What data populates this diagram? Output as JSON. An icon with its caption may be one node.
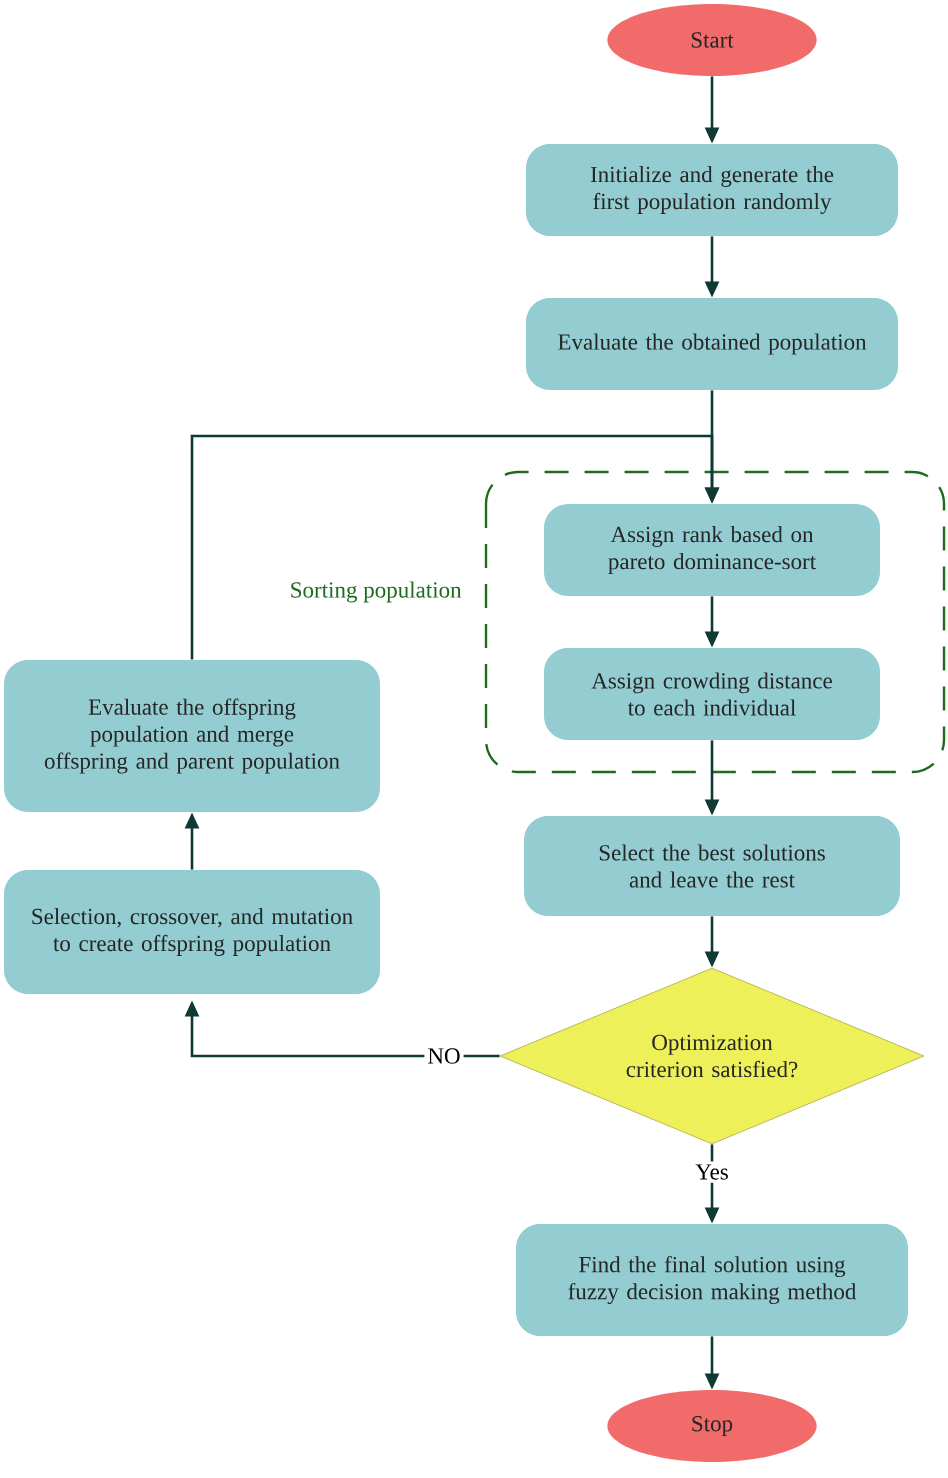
{
  "diagram": {
    "nodes": [
      {
        "text": [
          "Start"
        ]
      },
      {
        "text": [
          "Initialize and generate the first population randomly"
        ]
      },
      {
        "text": [
          "Evaluate the obtained population"
        ]
      },
      {
        "text": [
          "Sorting population"
        ]
      },
      {
        "text": [
          "Assign rank based on pareto dominance-sort"
        ],
        "in": 3
      },
      {
        "text": [
          "Assign crowding distance to each individual"
        ],
        "in": 3
      },
      {
        "text": [
          "Select the best solutions and leave the rest"
        ]
      },
      {
        "text": [
          "Optimization criterion satisfied?"
        ]
      },
      {
        "text": [
          "Find the final solution using fuzzy decision making method"
        ]
      },
      {
        "text": [
          "Stop"
        ]
      },
      {
        "text": [
          "Selection, crossover, and mutation to create offspring population"
        ]
      },
      {
        "text": [
          "Evaluate the offspring population and merge offspring and parent population"
        ]
      }
    ],
    "edges": [
      {
        "from": 0,
        "to": 1,
        "arrow": "to"
      },
      {
        "from": 1,
        "to": 2,
        "arrow": "to"
      },
      {
        "from": 2,
        "to": 4,
        "arrow": "to"
      },
      {
        "from": 4,
        "to": 5,
        "arrow": "to"
      },
      {
        "from": 5,
        "to": 6,
        "arrow": "to"
      },
      {
        "from": 6,
        "to": 7,
        "arrow": "to"
      },
      {
        "from": 7,
        "to": 8,
        "arrow": "to",
        "label": "Yes"
      },
      {
        "from": 8,
        "to": 9,
        "arrow": "to"
      },
      {
        "from": 7,
        "to": 10,
        "arrow": "to",
        "label": "NO"
      },
      {
        "from": 10,
        "to": 11,
        "arrow": "to"
      },
      {
        "from": 11,
        "to": 4,
        "arrow": "to"
      }
    ]
  }
}
